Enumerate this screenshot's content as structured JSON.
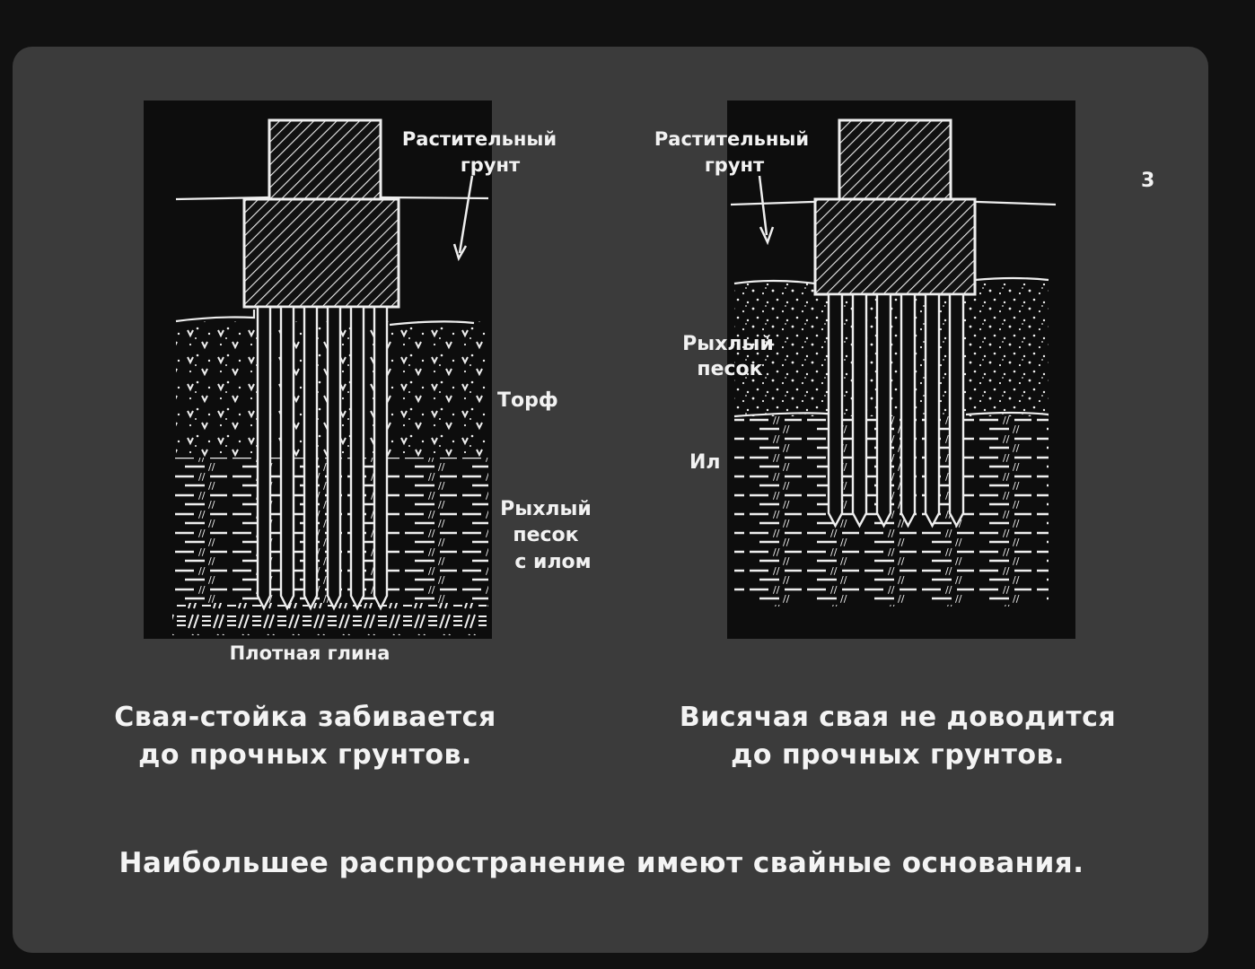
{
  "slide_number": "3",
  "left_panel": {
    "label_topsoil_1": "Растительный",
    "label_topsoil_2": "грунт",
    "label_peat": "Торф",
    "label_sand_1": "Рыхлый",
    "label_sand_2": "песок",
    "label_sand_3": "с илом",
    "label_clay": "Плотная глина",
    "caption_line1": "Свая-стойка забивается",
    "caption_line2": "до прочных грунтов."
  },
  "right_panel": {
    "label_topsoil_1": "Растительный",
    "label_topsoil_2": "грунт",
    "label_sand_1": "Рыхлый",
    "label_sand_2": "песок",
    "label_silt": "Ил",
    "caption_line1": "Висячая свая не доводится",
    "caption_line2": "до прочных грунтов."
  },
  "summary": "Наибольшее распространение имеют свайные основания.",
  "colors": {
    "frame": "#111111",
    "slide": "#3b3b3b",
    "panel": "#0d0d0d",
    "ink": "#f2f2f2"
  }
}
